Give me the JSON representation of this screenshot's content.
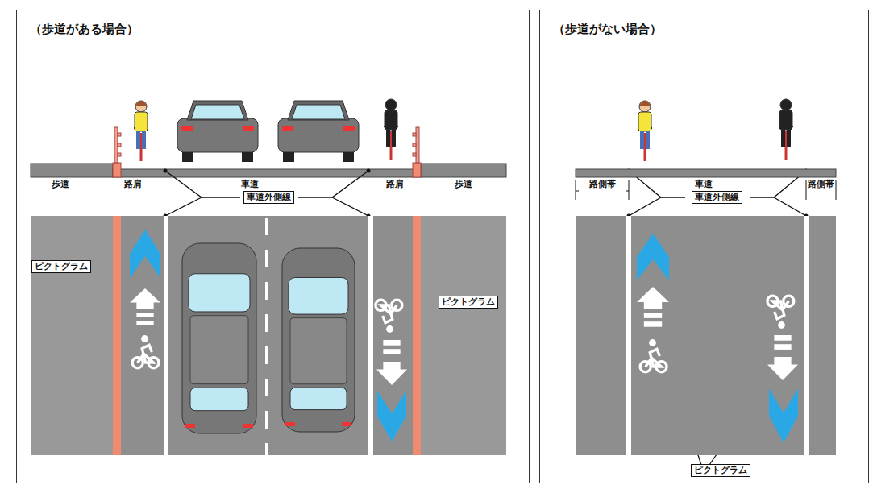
{
  "diagram": {
    "nodes": [
      {
        "text": [
          "（歩道がある場合）"
        ]
      },
      {
        "text": [
          "車道外側線"
        ],
        "in": 0
      },
      {
        "text": [
          "ピクトグラム"
        ],
        "in": 0
      },
      {
        "text": [
          "ピクトグラム"
        ],
        "in": 0
      },
      {
        "text": [
          "（歩道がない場合）"
        ]
      },
      {
        "text": [
          "車道外側線"
        ],
        "in": 4
      },
      {
        "text": [
          "ピクトグラム"
        ],
        "in": 4
      }
    ],
    "labels": [
      "歩道",
      "路肩",
      "車道",
      "路肩",
      "歩道",
      "路側帯",
      "車道",
      "路側帯"
    ]
  }
}
